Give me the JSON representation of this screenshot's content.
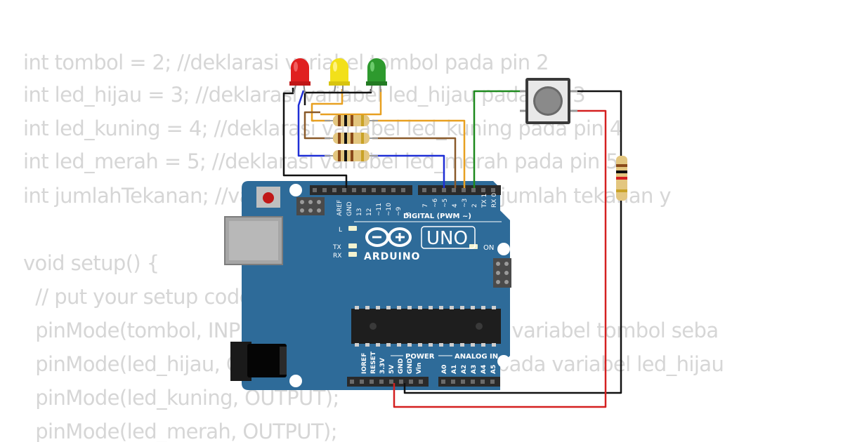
{
  "code_lines": [
    "int tombol = 2; //deklarasi variabel tombol pada pin 2",
    "int led_hijau = 3; //deklarasi variabel led_hijau pada pin 3",
    "int led_kuning = 4; //deklarasi variabel led_kuning pada pin 4",
    "int led_merah = 5; //deklarasi variabel led_merah pada pin 5",
    "int jumlahTekanan; //variabel untuk menghitung jumlah tekanan y",
    "",
    "void setup() {",
    "  // put your setup code here, to run once:",
    "  pinMode(tombol, INPUT); //menjadikan pin pada variabel tombol seba",
    "  pinMode(led_hijau, OUTPUT); //menjadikan pin pada variabel led_hijau",
    "  pinMode(led_kuning, OUTPUT);",
    "  pinMode(led_merah, OUTPUT);"
  ],
  "board": {
    "brand": "ARDUINO",
    "model": "UNO",
    "digital_header": "DIGITAL (PWM ~)",
    "power_header": "POWER",
    "analog_header": "ANALOG IN",
    "on_label": "ON",
    "l_label": "L",
    "tx_label": "TX",
    "rx_label": "RX",
    "top_pins_left": [
      "AREF",
      "GND",
      "13",
      "12",
      "~11",
      "~10",
      "~9",
      "8"
    ],
    "top_pins_right": [
      "7",
      "~6",
      "~5",
      "4",
      "~3",
      "2",
      "TX 1",
      "RX 0"
    ],
    "bottom_power_pins": [
      "IOREF",
      "RESET",
      "3.3V",
      "5V",
      "GND",
      "GND",
      "Vin"
    ],
    "bottom_analog_pins": [
      "A0",
      "A1",
      "A2",
      "A3",
      "A4",
      "A5"
    ]
  },
  "colors": {
    "board": "#2e6b99",
    "led_red": "#e02020",
    "led_yellow": "#f2e01a",
    "led_green": "#2e9a2e",
    "wire_black": "#111111",
    "wire_blue": "#1f2fd6",
    "wire_orange": "#e8a020",
    "wire_brown": "#8a5a2a",
    "wire_green": "#1e8a1e",
    "wire_red": "#d42020"
  },
  "icons": [
    "usb-port-icon",
    "power-jack-icon",
    "reset-button-icon",
    "push-button-icon",
    "resistor-icon",
    "led-icon",
    "arduino-logo-icon",
    "chip-icon"
  ]
}
